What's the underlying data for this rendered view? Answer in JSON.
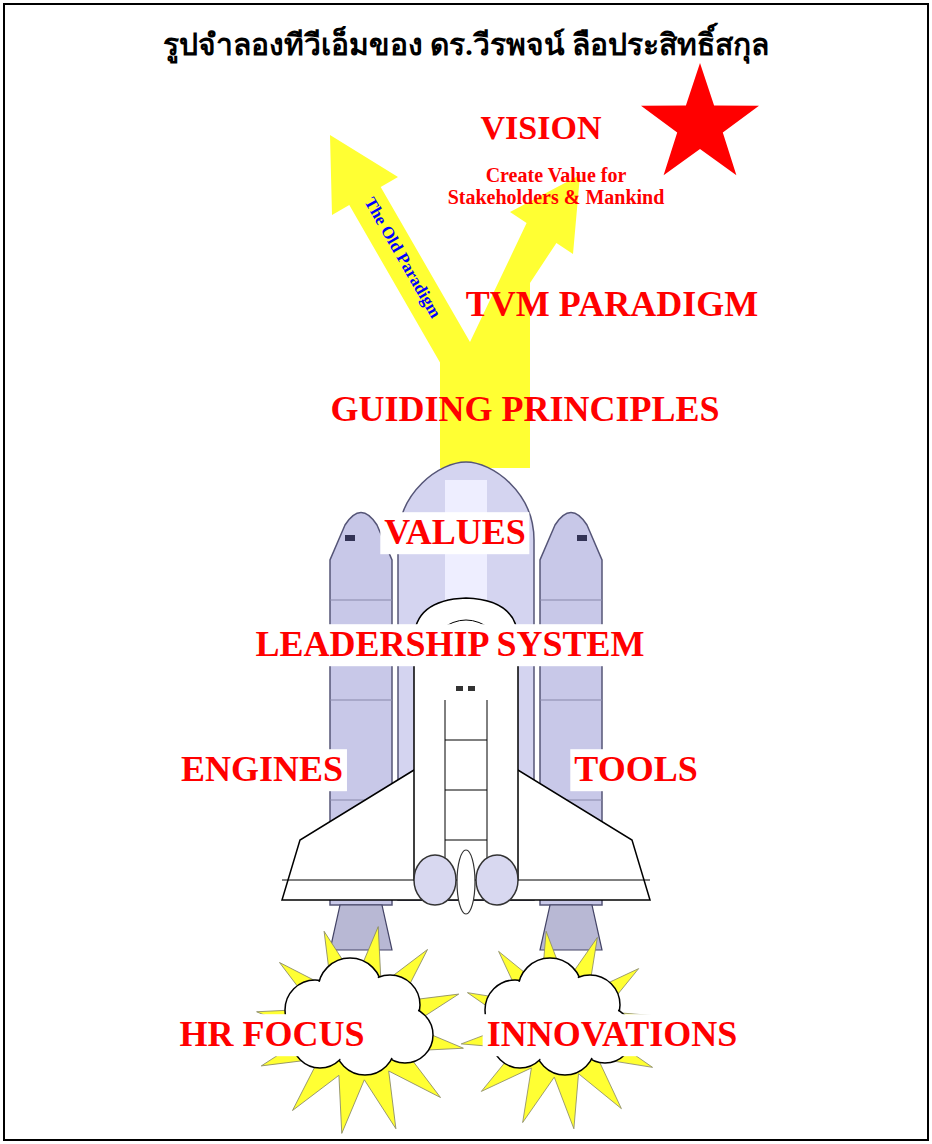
{
  "diagram": {
    "title": "รูปจำลองทีวีเอ็มของ ดร.วีรพจน์ ลือประสิทธิ์สกุล",
    "labels": [
      "The Old Paradigm",
      "VISION",
      "Create Value for Stakeholders & Mankind",
      "TVM PARADIGM",
      "GUIDING PRINCIPLES",
      "VALUES",
      "LEADERSHIP SYSTEM",
      "ENGINES",
      "TOOLS",
      "HR FOCUS",
      "INNOVATIONS"
    ]
  }
}
